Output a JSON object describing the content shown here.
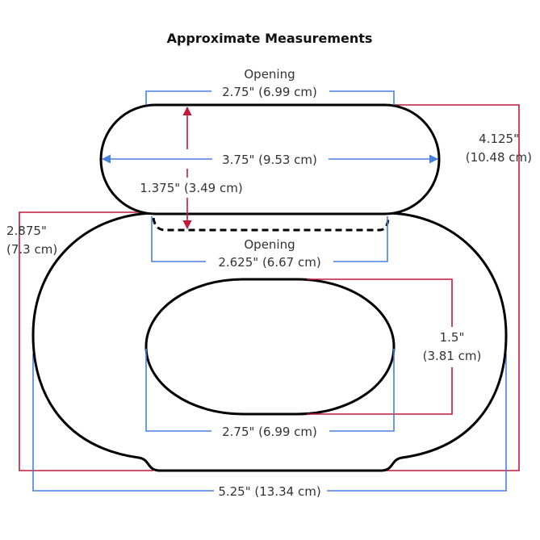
{
  "title": "Approximate Measurements",
  "colors": {
    "blue": "#4a7fe0",
    "red": "#c21a3a",
    "outline": "#000000"
  },
  "labels": {
    "top_opening_word": "Opening",
    "top_opening_size": "2.75\" (6.99 cm)",
    "upper_width": "3.75\" (9.53 cm)",
    "upper_height": "1.375\" (3.49 cm)",
    "right_height_in": "4.125\"",
    "right_height_cm": "(10.48 cm)",
    "left_height_in": "2.875\"",
    "left_height_cm": "(7.3 cm)",
    "bottom_opening_word": "Opening",
    "bottom_opening_size": "2.625\" (6.67 cm)",
    "inner_height_in": "1.5\"",
    "inner_height_cm": "(3.81 cm)",
    "inner_width": "2.75\" (6.99 cm)",
    "overall_width": "5.25\" (13.34 cm)"
  }
}
